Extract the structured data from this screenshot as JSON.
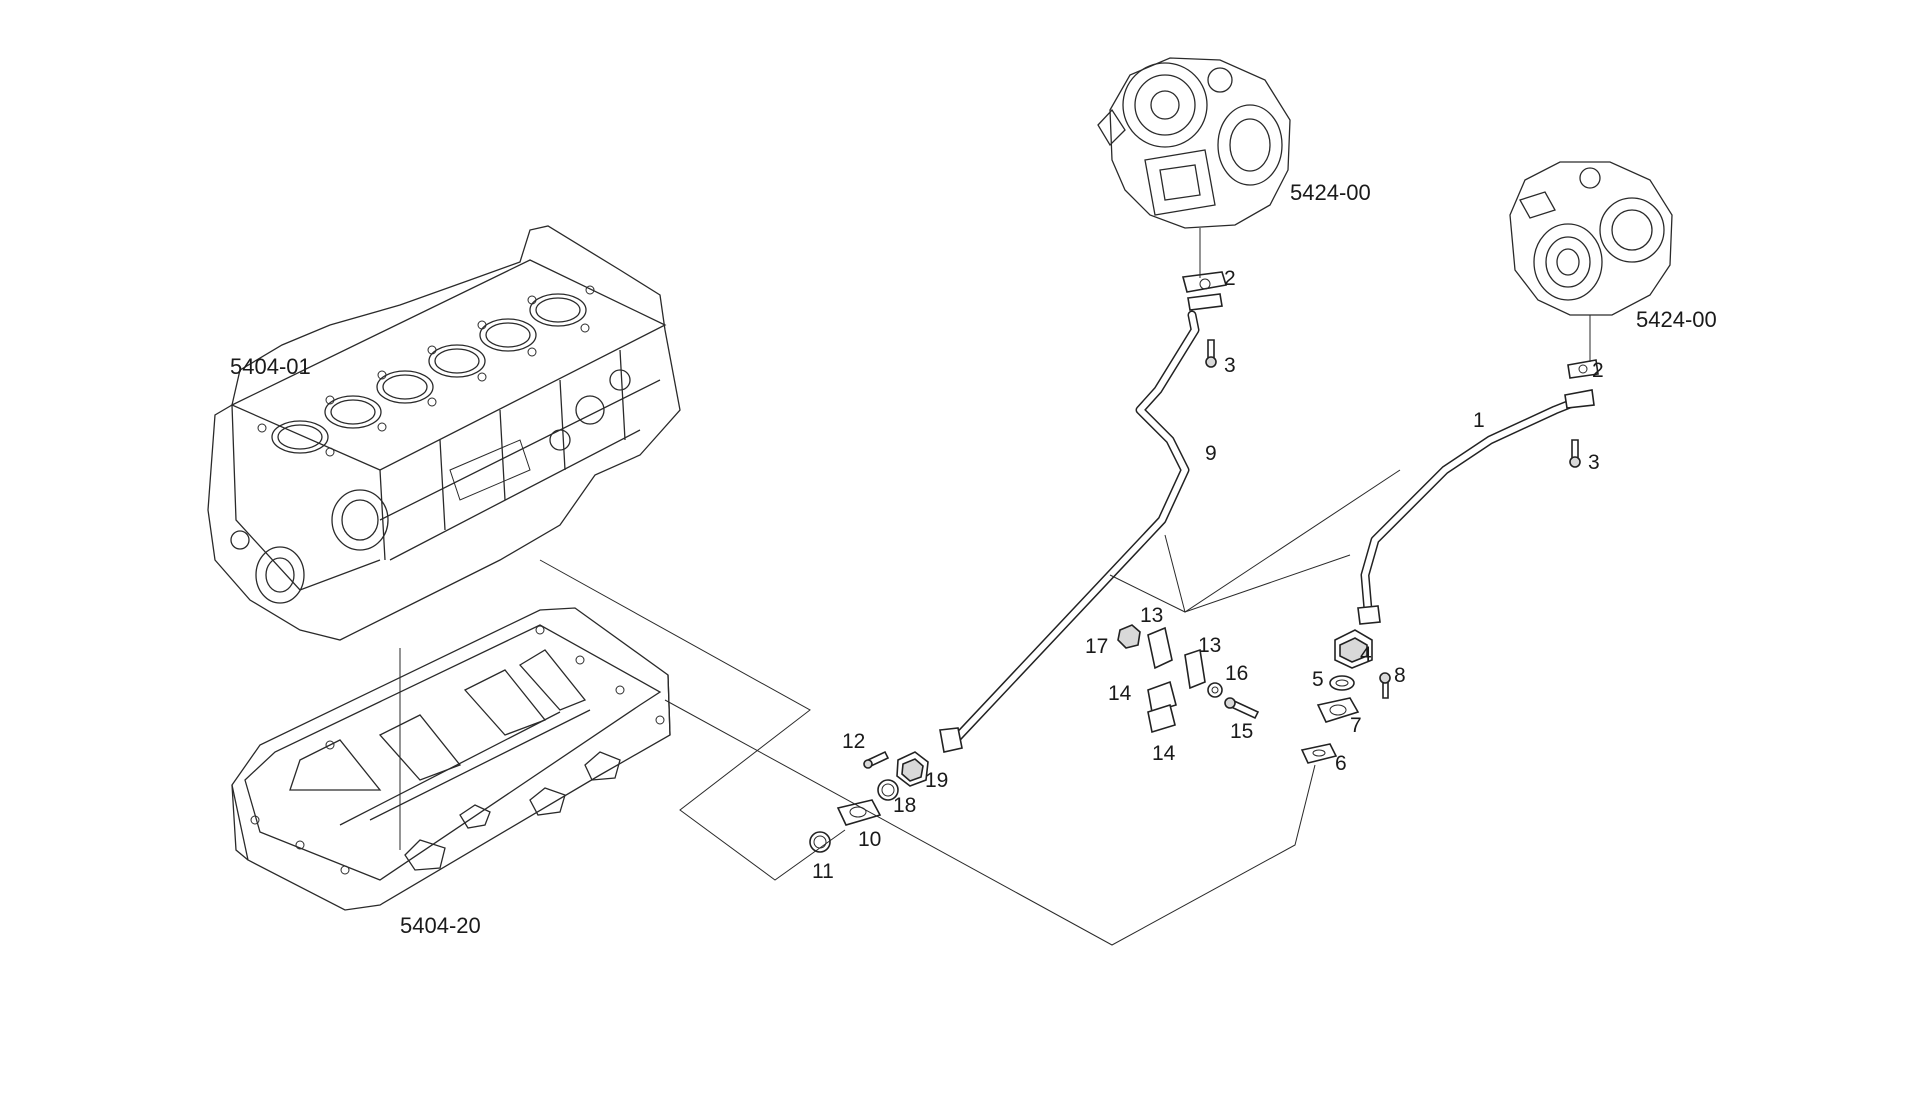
{
  "assemblies": {
    "engine_block": "5404-01",
    "oil_sump": "5404-20",
    "turbo_left": "5424-00",
    "turbo_right": "5424-00"
  },
  "callouts": {
    "p1": "1",
    "p2a": "2",
    "p2b": "2",
    "p3a": "3",
    "p3b": "3",
    "p4": "4",
    "p5": "5",
    "p6": "6",
    "p7": "7",
    "p8": "8",
    "p9": "9",
    "p10": "10",
    "p11": "11",
    "p12": "12",
    "p13a": "13",
    "p13b": "13",
    "p14a": "14",
    "p14b": "14",
    "p15": "15",
    "p16": "16",
    "p17": "17",
    "p18": "18",
    "p19": "19"
  }
}
